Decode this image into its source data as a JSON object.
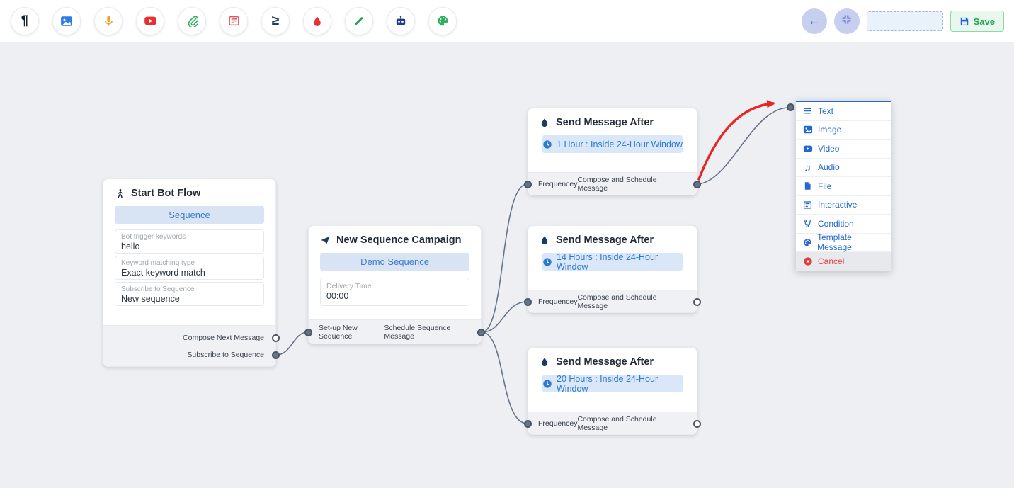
{
  "toolbar": {
    "icons": [
      {
        "name": "text-element-icon",
        "glyph": "¶"
      },
      {
        "name": "image-element-icon"
      },
      {
        "name": "audio-element-icon"
      },
      {
        "name": "video-element-icon"
      },
      {
        "name": "file-element-icon"
      },
      {
        "name": "interactive-element-icon"
      },
      {
        "name": "condition-element-icon",
        "glyph": "≥"
      },
      {
        "name": "drip-element-icon"
      },
      {
        "name": "action-element-icon"
      },
      {
        "name": "bot-element-icon"
      },
      {
        "name": "template-element-icon"
      }
    ]
  },
  "header_actions": {
    "back_glyph": "←",
    "save_label": "Save",
    "flow_name_value": ""
  },
  "nodes": {
    "start": {
      "title": "Start Bot Flow",
      "button": "Sequence",
      "fields": [
        {
          "label": "Bot trigger keywords",
          "value": "hello"
        },
        {
          "label": "Keyword matching type",
          "value": "Exact keyword match"
        },
        {
          "label": "Subscribe to Sequence",
          "value": "New sequence"
        }
      ],
      "outputs": [
        "Compose Next Message",
        "Subscribe to Sequence"
      ]
    },
    "campaign": {
      "title": "New Sequence Campaign",
      "button": "Demo Sequence",
      "field_label": "Delivery Time",
      "field_value": "00:00",
      "left_output": "Set-up New Sequence",
      "right_output": "Schedule Sequence Message"
    },
    "send1": {
      "title": "Send Message After",
      "pill": "1 Hour : Inside 24-Hour Window",
      "left_output": "Frequencey",
      "right_output": "Compose and Schedule Message"
    },
    "send2": {
      "title": "Send Message After",
      "pill": "14 Hours : Inside 24-Hour Window",
      "left_output": "Frequencey",
      "right_output": "Compose and Schedule Message"
    },
    "send3": {
      "title": "Send Message After",
      "pill": "20 Hours : Inside 24-Hour Window",
      "left_output": "Frequencey",
      "right_output": "Compose and Schedule Message"
    }
  },
  "context_menu": {
    "items": [
      {
        "label": "Text"
      },
      {
        "label": "Image"
      },
      {
        "label": "Video"
      },
      {
        "label": "Audio",
        "glyph": "♫"
      },
      {
        "label": "File"
      },
      {
        "label": "Interactive"
      },
      {
        "label": "Condition"
      },
      {
        "label": "Template Message"
      },
      {
        "label": "Cancel"
      }
    ]
  },
  "colors": {
    "accent_blue": "#2368d1",
    "edge_gray": "#64748b",
    "arrow_red": "#e92525",
    "save_green": "#1ea34a",
    "canvas_bg": "#edeff3"
  }
}
